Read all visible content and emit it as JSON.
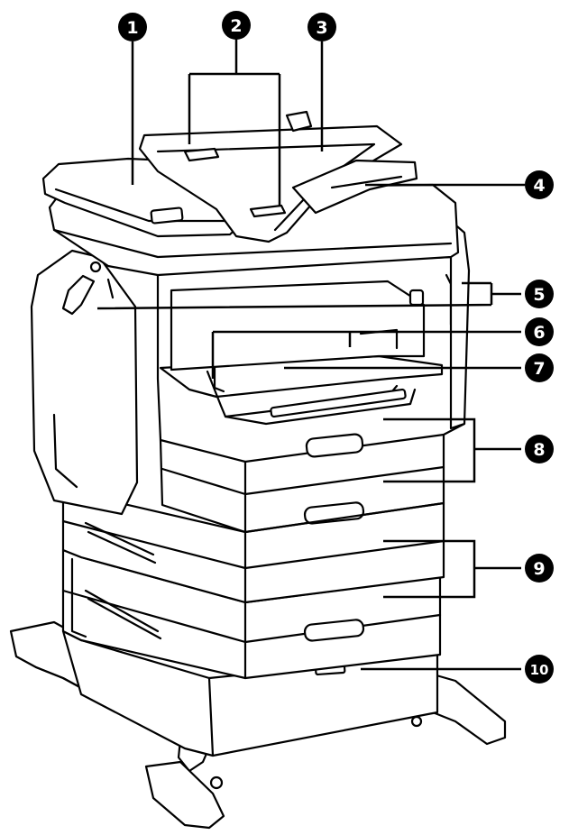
{
  "callouts": [
    {
      "id": 1,
      "label": "1"
    },
    {
      "id": 2,
      "label": "2"
    },
    {
      "id": 3,
      "label": "3"
    },
    {
      "id": 4,
      "label": "4"
    },
    {
      "id": 5,
      "label": "5"
    },
    {
      "id": 6,
      "label": "6"
    },
    {
      "id": 7,
      "label": "7"
    },
    {
      "id": 8,
      "label": "8"
    },
    {
      "id": 9,
      "label": "9"
    },
    {
      "id": 10,
      "label": "10"
    }
  ],
  "colors": {
    "line": "#000000",
    "fill": "#ffffff",
    "callout": "#000000"
  }
}
